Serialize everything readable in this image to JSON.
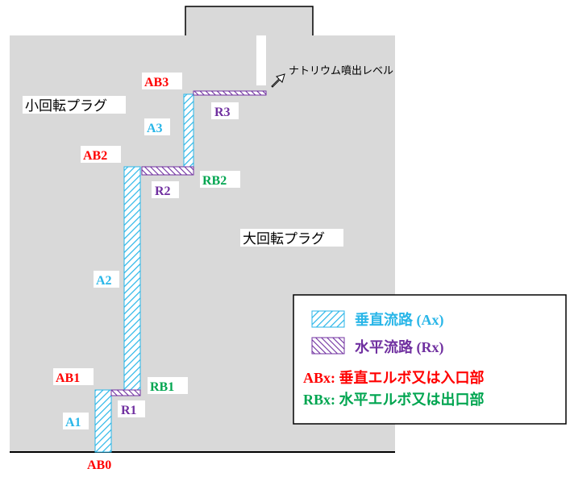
{
  "colors": {
    "plug_fill": "#d9d9d9",
    "vertical_path": "#29b6e8",
    "horizontal_path": "#7030a0",
    "elbow_inlet": "#ff0000",
    "elbow_outlet": "#00a550",
    "legend_border": "#000000"
  },
  "plugs": {
    "small_plug": "小回転プラグ",
    "large_plug": "大回転プラグ",
    "sodium_level": "ナトリウム噴出レベル"
  },
  "vertical_paths": [
    "A1",
    "A2",
    "A3"
  ],
  "horizontal_paths": [
    "R1",
    "R2",
    "R3"
  ],
  "inlet_elbows": [
    "AB0",
    "AB1",
    "AB2",
    "AB3"
  ],
  "outlet_elbows": [
    "RB1",
    "RB2"
  ],
  "legend": {
    "vertical_flow": "垂直流路 (Ax)",
    "horizontal_flow": "水平流路 (Rx)",
    "abx": "ABx: 垂直エルボ又は入口部",
    "rbx": "RBx: 水平エルボ又は出口部"
  }
}
